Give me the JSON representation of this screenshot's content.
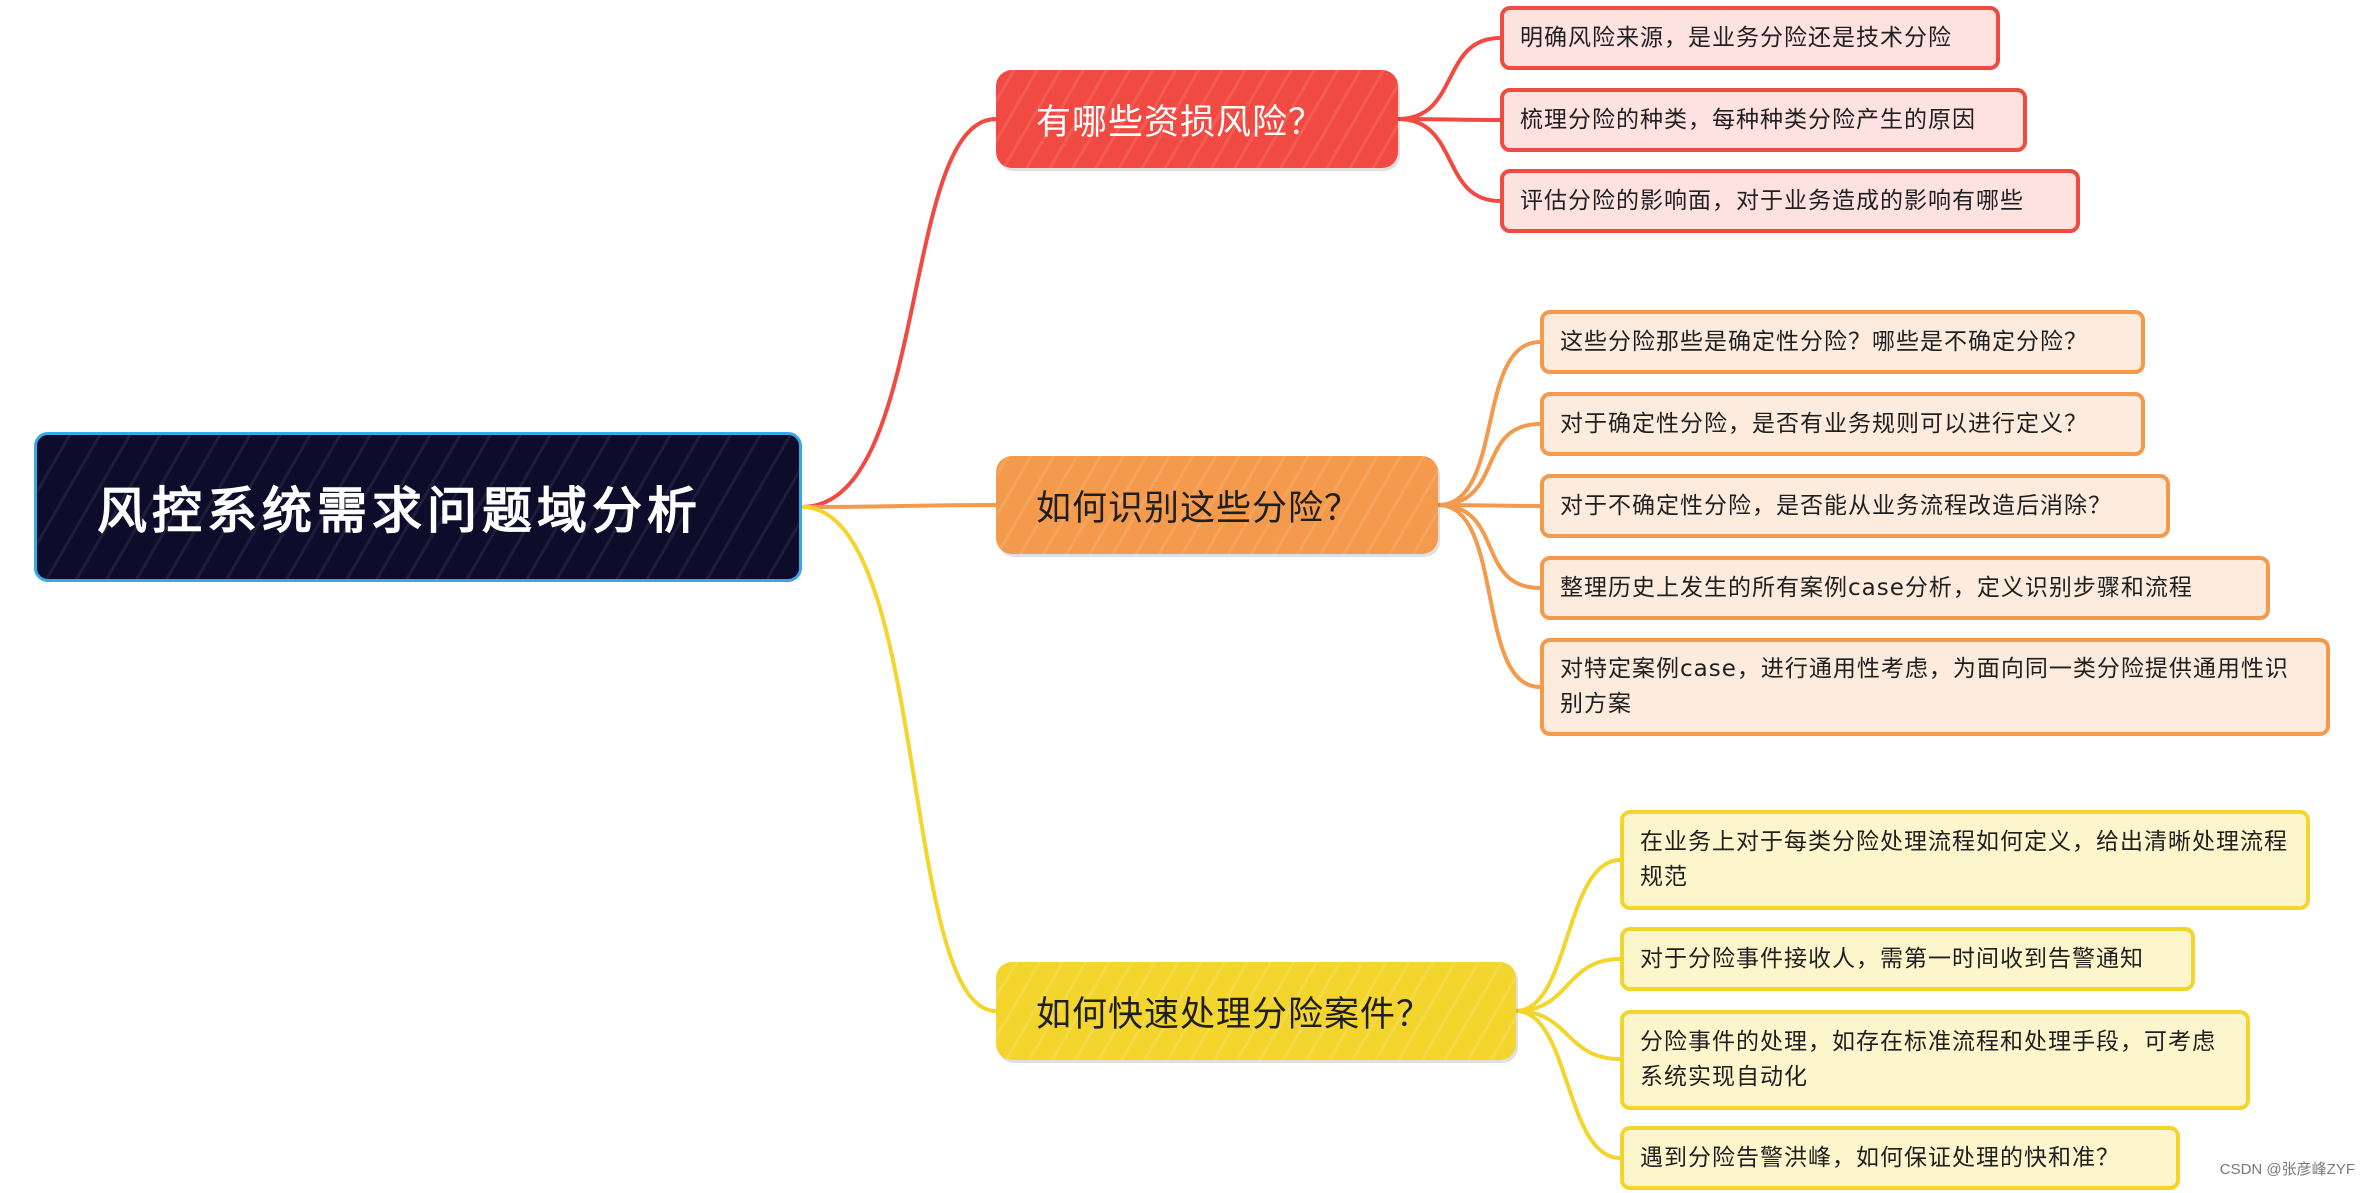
{
  "root": {
    "label": "风控系统需求问题域分析"
  },
  "branches": [
    {
      "label": "有哪些资损风险？",
      "color": "#f04a42",
      "children": [
        "明确风险来源，是业务分险还是技术分险",
        "梳理分险的种类，每种种类分险产生的原因",
        "评估分险的影响面，对于业务造成的影响有哪些"
      ]
    },
    {
      "label": "如何识别这些分险？",
      "color": "#f49a4c",
      "children": [
        "这些分险那些是确定性分险？哪些是不确定分险？",
        "对于确定性分险，是否有业务规则可以进行定义？",
        "对于不确定性分险，是否能从业务流程改造后消除？",
        "整理历史上发生的所有案例case分析，定义识别步骤和流程",
        "对特定案例case，进行通用性考虑，为面向同一类分险提供通用性识别方案"
      ]
    },
    {
      "label": "如何快速处理分险案件？",
      "color": "#f3d52e",
      "children": [
        "在业务上对于每类分险处理流程如何定义，给出清晰处理流程规范",
        "对于分险事件接收人，需第一时间收到告警通知",
        "分险事件的处理，如存在标准流程和处理手段，可考虑系统实现自动化",
        "遇到分险告警洪峰，如何保证处理的快和准？"
      ]
    }
  ],
  "credit": "CSDN @张彦峰ZYF"
}
